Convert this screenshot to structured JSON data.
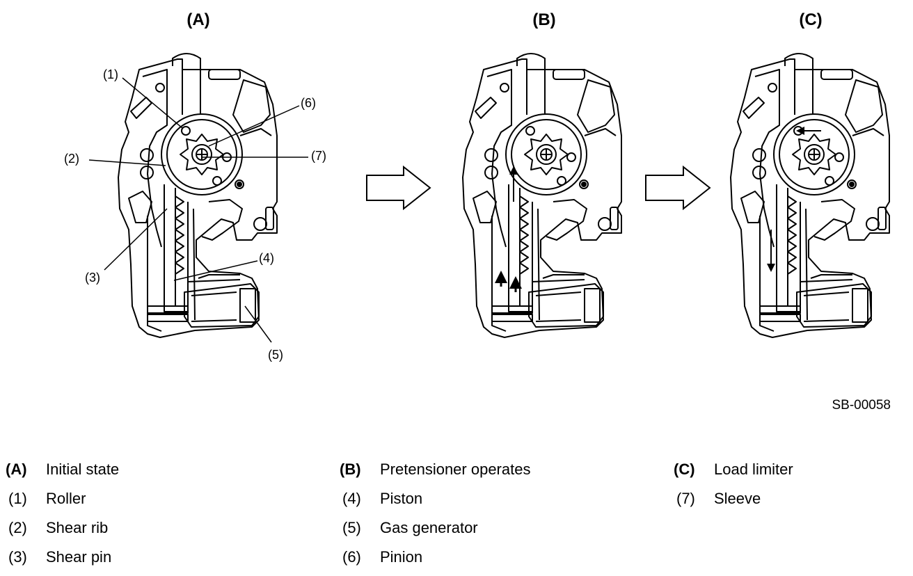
{
  "panels": [
    {
      "id": "A",
      "title": "(A)"
    },
    {
      "id": "B",
      "title": "(B)"
    },
    {
      "id": "C",
      "title": "(C)"
    }
  ],
  "callouts": [
    "(1)",
    "(2)",
    "(3)",
    "(4)",
    "(5)",
    "(6)",
    "(7)"
  ],
  "ref_code": "SB-00058",
  "legend": [
    {
      "key": "(A)",
      "text": "Initial state",
      "bold": true
    },
    {
      "key": "(B)",
      "text": "Pretensioner operates",
      "bold": true
    },
    {
      "key": "(C)",
      "text": "Load limiter",
      "bold": true
    },
    {
      "key": "(1)",
      "text": "Roller",
      "bold": false
    },
    {
      "key": "(4)",
      "text": "Piston",
      "bold": false
    },
    {
      "key": "(7)",
      "text": "Sleeve",
      "bold": false
    },
    {
      "key": "(2)",
      "text": "Shear rib",
      "bold": false
    },
    {
      "key": "(5)",
      "text": "Gas generator",
      "bold": false
    },
    {
      "key": "(3)",
      "text": "Shear pin",
      "bold": false
    },
    {
      "key": "(6)",
      "text": "Pinion",
      "bold": false
    }
  ]
}
